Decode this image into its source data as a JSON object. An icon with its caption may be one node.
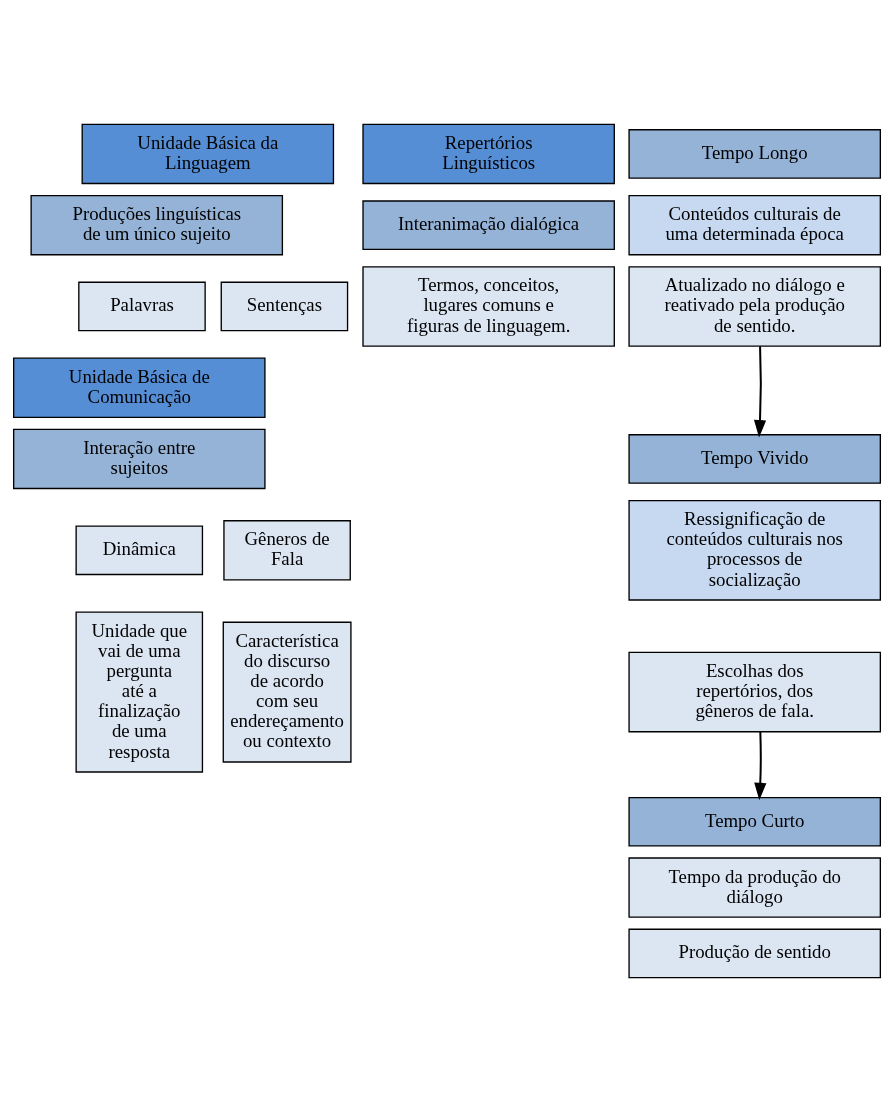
{
  "diagram": {
    "nodes": [
      {
        "text": [
          "Unidade Básica da Linguagem"
        ]
      },
      {
        "text": [
          "Produções linguísticas de um único sujeito"
        ]
      },
      {
        "text": [
          "Palavras"
        ]
      },
      {
        "text": [
          "Sentenças"
        ]
      },
      {
        "text": [
          "Unidade Básica de Comunicação"
        ]
      },
      {
        "text": [
          "Interação entre sujeitos"
        ]
      },
      {
        "text": [
          "Dinâmica"
        ]
      },
      {
        "text": [
          "Gêneros de Fala"
        ]
      },
      {
        "text": [
          "Unidade que vai de uma pergunta até a finalização de uma resposta"
        ]
      },
      {
        "text": [
          "Característica do discurso de acordo com seu endereçamento ou contexto"
        ]
      },
      {
        "text": [
          "Repertórios Linguísticos"
        ]
      },
      {
        "text": [
          "Interanimação dialógica"
        ]
      },
      {
        "text": [
          "Termos, conceitos, lugares comuns e figuras de linguagem."
        ]
      },
      {
        "text": [
          "Tempo Longo"
        ]
      },
      {
        "text": [
          "Conteúdos culturais de uma determinada época"
        ]
      },
      {
        "text": [
          "Atualizado no diálogo e reativado pela produção de sentido."
        ]
      },
      {
        "text": [
          "Tempo Vivido"
        ]
      },
      {
        "text": [
          "Ressignificação de conteúdos culturais nos processos de socialização"
        ]
      },
      {
        "text": [
          "Escolhas dos repertórios, dos gêneros de fala."
        ]
      },
      {
        "text": [
          "Tempo Curto"
        ]
      },
      {
        "text": [
          "Tempo da produção do diálogo"
        ]
      },
      {
        "text": [
          "Produção de sentido"
        ]
      }
    ],
    "edges": [
      {
        "from": 15,
        "to": 16,
        "arrow": "to"
      },
      {
        "from": 18,
        "to": 19,
        "arrow": "to"
      }
    ]
  }
}
